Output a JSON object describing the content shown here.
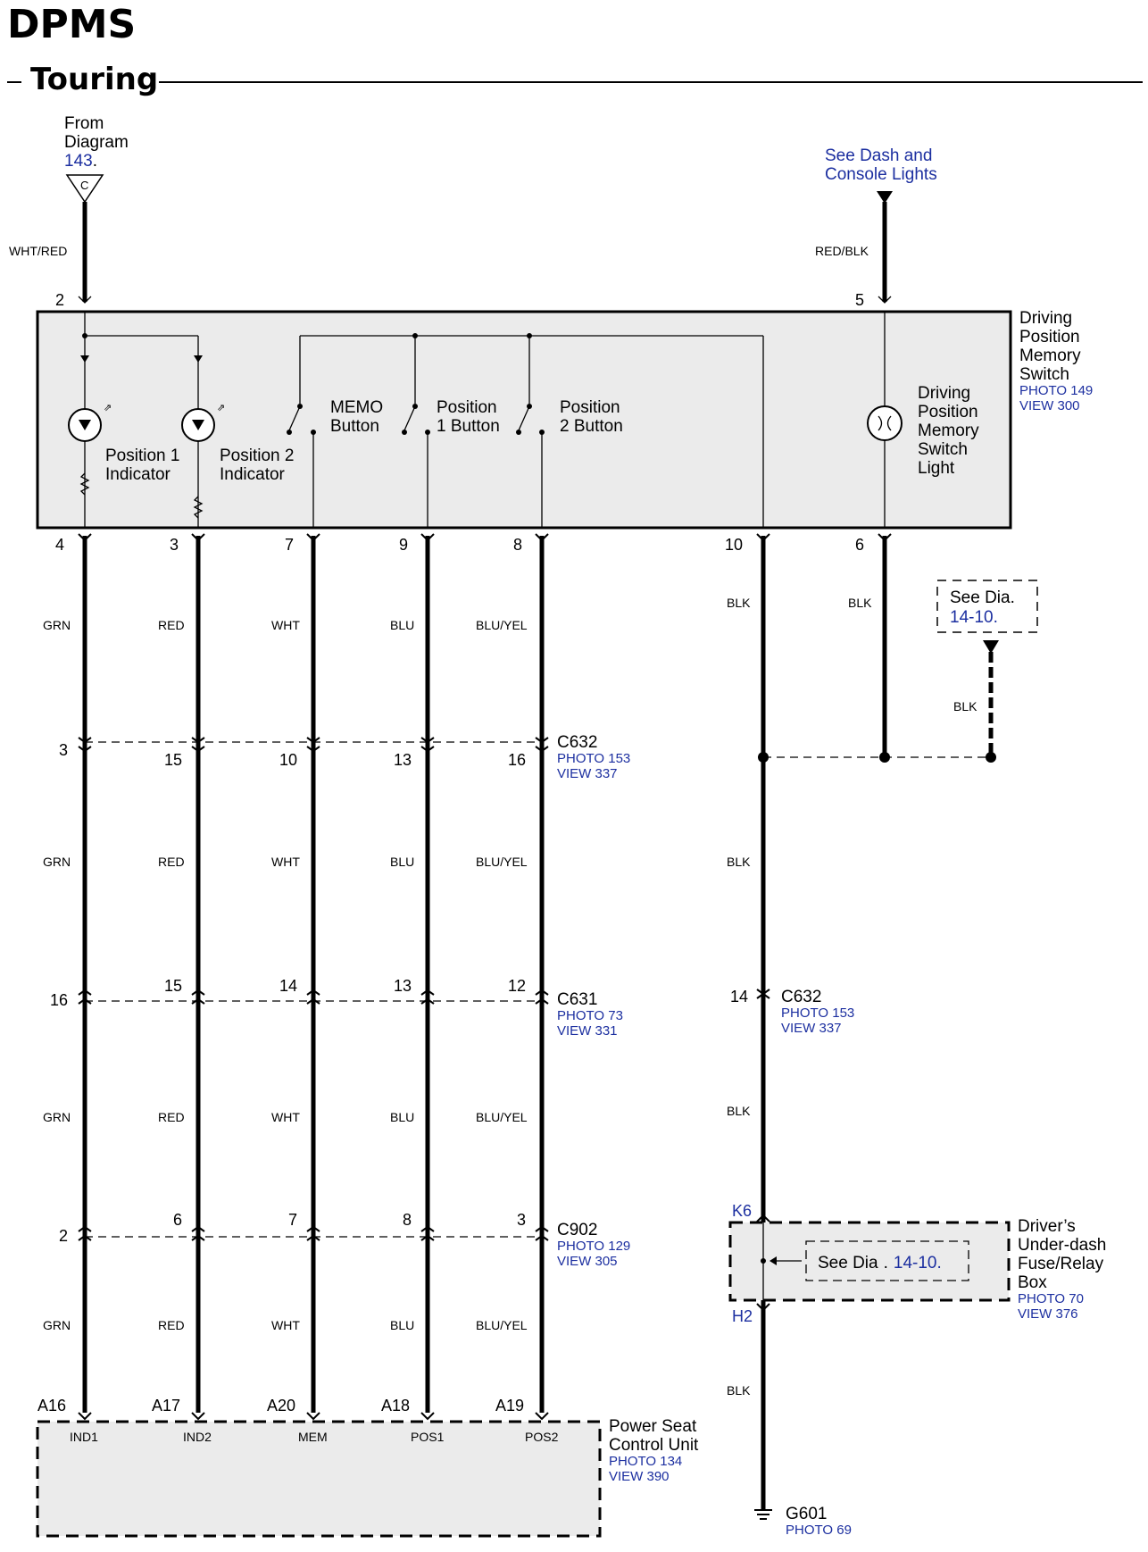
{
  "title": "DPMS",
  "subtitle": "Touring",
  "source_left": {
    "line1": "From",
    "line2": "Diagram",
    "ref": "143",
    "ref_suffix": ".",
    "pin_letter": "C",
    "color": "WHT/RED",
    "pin": "2"
  },
  "source_right": {
    "line1": "See Dash and",
    "line2": "Console Lights",
    "color": "RED/BLK",
    "pin": "5"
  },
  "switch_unit": {
    "name_lines": [
      "Driving",
      "Position",
      "Memory",
      "Switch"
    ],
    "photo": "PHOTO 149",
    "view": "VIEW 300",
    "light_label_lines": [
      "Driving",
      "Position",
      "Memory",
      "Switch",
      "Light"
    ],
    "indicator1_lines": [
      "Position 1",
      "Indicator"
    ],
    "indicator2_lines": [
      "Position 2",
      "Indicator"
    ],
    "memo_lines": [
      "MEMO",
      "Button"
    ],
    "pos1_lines": [
      "Position",
      "1 Button"
    ],
    "pos2_lines": [
      "Position",
      "2 Button"
    ],
    "bottom_pins": [
      "4",
      "3",
      "7",
      "9",
      "8",
      "10",
      "6"
    ]
  },
  "wire_colors": [
    "GRN",
    "RED",
    "WHT",
    "BLU",
    "BLU/YEL"
  ],
  "blk": "BLK",
  "c632_top": {
    "name": "C632",
    "photo": "PHOTO 153",
    "view": "VIEW 337",
    "pins": [
      "3",
      "15",
      "10",
      "13",
      "16"
    ]
  },
  "c631": {
    "name": "C631",
    "photo": "PHOTO 73",
    "view": "VIEW 331",
    "pins": [
      "16",
      "15",
      "14",
      "13",
      "12"
    ]
  },
  "c902": {
    "name": "C902",
    "photo": "PHOTO 129",
    "view": "VIEW 305",
    "pins": [
      "2",
      "6",
      "7",
      "8",
      "3"
    ]
  },
  "c632_right": {
    "name": "C632",
    "photo": "PHOTO 153",
    "view": "VIEW 337",
    "pin": "14"
  },
  "see_dia_top": {
    "text": "See Dia.",
    "ref": "14-10."
  },
  "fuse_box": {
    "name_lines": [
      "Driver’s",
      "Under-dash",
      "Fuse/Relay",
      "Box"
    ],
    "photo": "PHOTO 70",
    "view": "VIEW 376",
    "pin_in": "K6",
    "pin_out": "H2",
    "see_text": "See Dia",
    "see_ref": "14-10."
  },
  "seat_unit": {
    "name_lines": [
      "Power Seat",
      "Control Unit"
    ],
    "photo": "PHOTO 134",
    "view": "VIEW 390",
    "pins": [
      "A16",
      "A17",
      "A20",
      "A18",
      "A19"
    ],
    "terminals": [
      "IND1",
      "IND2",
      "MEM",
      "POS1",
      "POS2"
    ]
  },
  "ground": {
    "name": "G601",
    "photo": "PHOTO 69"
  }
}
